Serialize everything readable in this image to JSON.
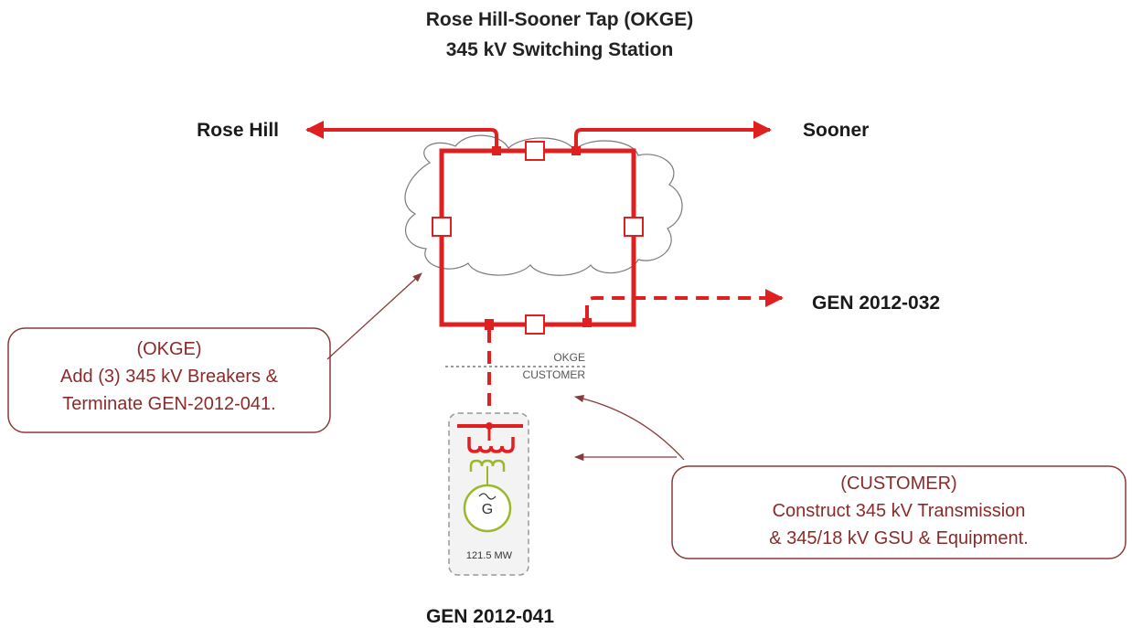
{
  "title": {
    "line1": "Rose Hill-Sooner Tap (OKGE)",
    "line2": "345 kV Switching Station"
  },
  "labels": {
    "west": "Rose Hill",
    "east": "Sooner",
    "gen_line": "GEN 2012-032",
    "gen_unit": "GEN 2012-041",
    "boundary_upper": "OKGE",
    "boundary_lower": "CUSTOMER",
    "generator_symbol": "G",
    "generator_mw": "121.5 MW"
  },
  "notes": {
    "okge": {
      "line1": "(OKGE)",
      "line2": "Add (3) 345 kV Breakers &",
      "line3": "Terminate GEN-2012-041."
    },
    "customer": {
      "line1": "(CUSTOMER)",
      "line2": "Construct 345 kV Transmission",
      "line3": "& 345/18 kV GSU & Equipment."
    }
  },
  "colors": {
    "bus": "#e02020",
    "note_text": "#8b2a2a",
    "note_border": "#8b3a3a",
    "generator": "#9ab82a",
    "cloud": "#7a7a7a"
  }
}
